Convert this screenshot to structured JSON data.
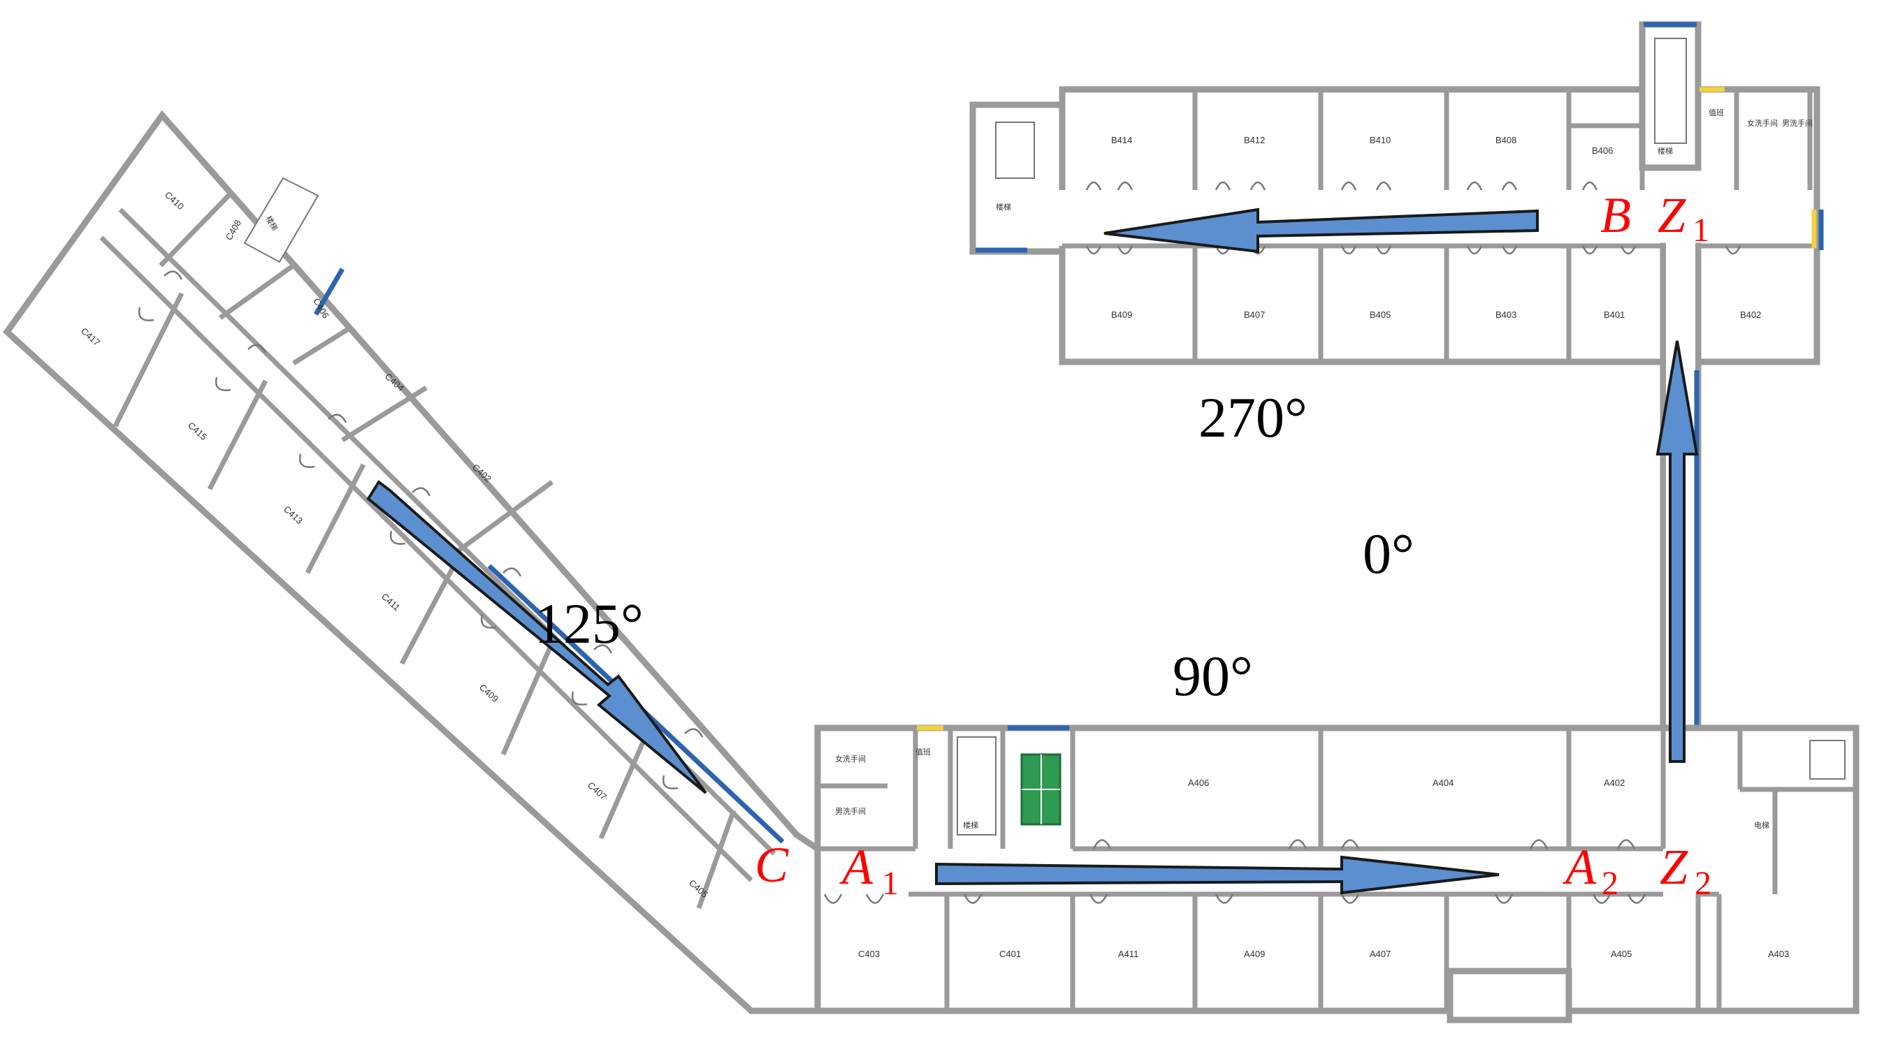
{
  "angles": {
    "a270": "270°",
    "a0": "0°",
    "a125": "125°",
    "a90": "90°"
  },
  "markers": {
    "B": "B",
    "Z1_main": "Z",
    "Z1_sub": "1",
    "C": "C",
    "A1_main": "A",
    "A1_sub": "1",
    "A2_main": "A",
    "A2_sub": "2",
    "Z2_main": "Z",
    "Z2_sub": "2"
  },
  "rooms_b": {
    "b414": "B414",
    "b412": "B412",
    "b410": "B410",
    "b408": "B408",
    "b406": "B406",
    "b409": "B409",
    "b407": "B407",
    "b405": "B405",
    "b403": "B403",
    "b401": "B401",
    "b402": "B402"
  },
  "rooms_a": {
    "a406": "A406",
    "a404": "A404",
    "a402": "A402",
    "a411": "A411",
    "a409": "A409",
    "a407": "A407",
    "a405": "A405",
    "a403": "A403"
  },
  "rooms_c": {
    "c403": "C403",
    "c401": "C401",
    "c410": "C410",
    "c408": "C408",
    "c406": "C406",
    "c404": "C404",
    "c402": "C402",
    "c417": "C417",
    "c415": "C415",
    "c413": "C413",
    "c411": "C411",
    "c409": "C409",
    "c407": "C407",
    "c405": "C405"
  },
  "misc_labels": {
    "stair": "楼梯",
    "female_wc": "女洗手间",
    "male_wc": "男洗手间",
    "duty": "值班",
    "elevator": "电梯"
  },
  "colors": {
    "arrow_fill": "#5b8fd0",
    "marker_red": "#ff0000",
    "wall_gray": "#9a9a9a",
    "window_blue": "#2c64b0",
    "window_yellow": "#f0d23c",
    "court_green": "#2e9a52"
  }
}
